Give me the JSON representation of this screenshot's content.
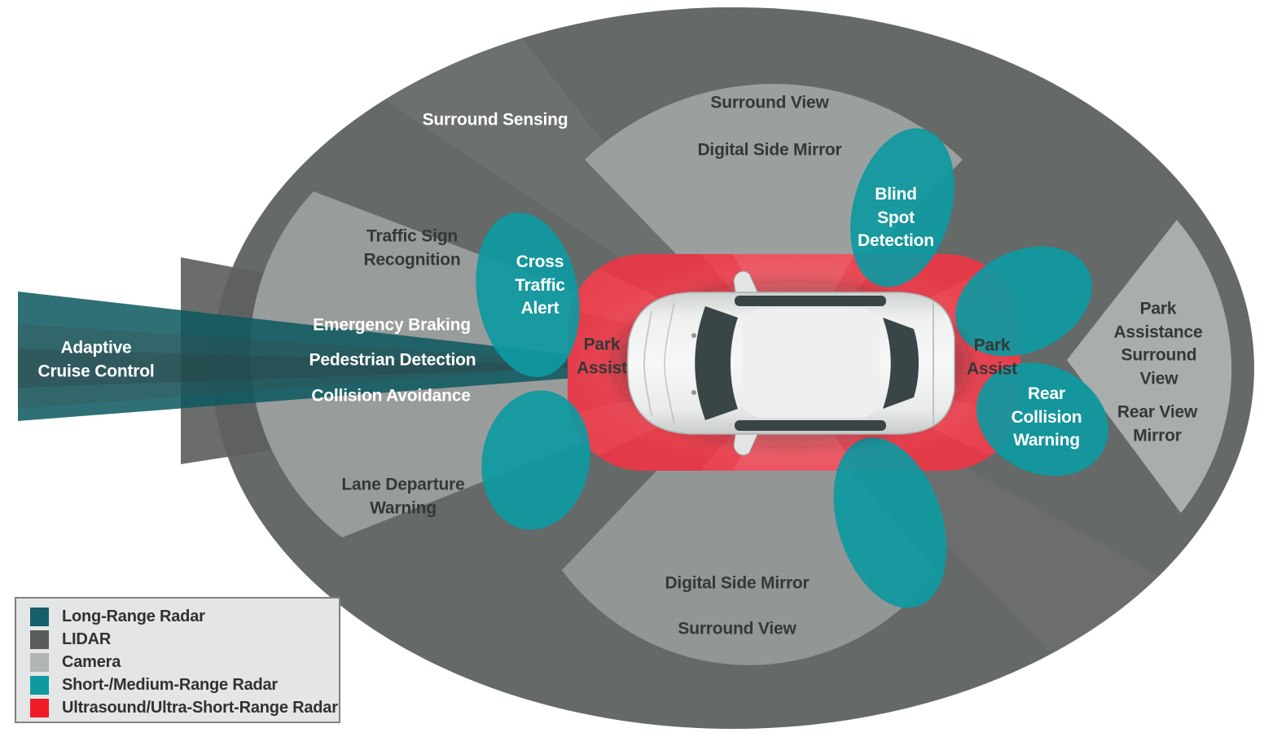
{
  "colors": {
    "lidar": "#656967",
    "lidar_beam": "#5e615f",
    "camera_left": "#989c9a",
    "camera_top": "#9ba09e",
    "camera_bottom": "#929694",
    "camera_right": "#a9adac",
    "long_range_beam": "rgba(13,88,95,0.86)",
    "short_medium_radar": "#0f99a0",
    "ultrasound_base": "#ec5964",
    "text_dark": "#343837",
    "text_light": "#ffffff"
  },
  "labels": {
    "surround_sensing": "Surround Sensing",
    "surround_view_top": "Surround View",
    "digital_side_mirror_top": "Digital Side Mirror",
    "blind_spot": "Blind\nSpot\nDetection",
    "traffic_sign": "Traffic Sign\nRecognition",
    "cross_traffic": "Cross\nTraffic\nAlert",
    "emergency_braking": "Emergency Braking",
    "pedestrian_detection": "Pedestrian Detection",
    "collision_avoidance": "Collision Avoidance",
    "adaptive_cruise": "Adaptive\nCruise Control",
    "park_assist_front": "Park\nAssist",
    "park_assist_rear": "Park\nAssist",
    "rear_collision": "Rear\nCollision\nWarning",
    "park_assistance": "Park Assistance",
    "surround_view_right": "Surround View",
    "rear_view_mirror": "Rear View\nMirror",
    "lane_departure": "Lane Departure\nWarning",
    "digital_side_mirror_bottom": "Digital Side Mirror",
    "surround_view_bottom": "Surround View"
  },
  "legend": {
    "items": [
      {
        "label": "Long-Range Radar",
        "color": "#155f6a"
      },
      {
        "label": "LIDAR",
        "color": "#585c5a"
      },
      {
        "label": "Camera",
        "color": "#b1b5b4"
      },
      {
        "label": "Short-/Medium-Range Radar",
        "color": "#0f9aa2"
      },
      {
        "label": "Ultrasound/Ultra-Short-Range Radar",
        "color": "#ee1c25"
      }
    ]
  }
}
